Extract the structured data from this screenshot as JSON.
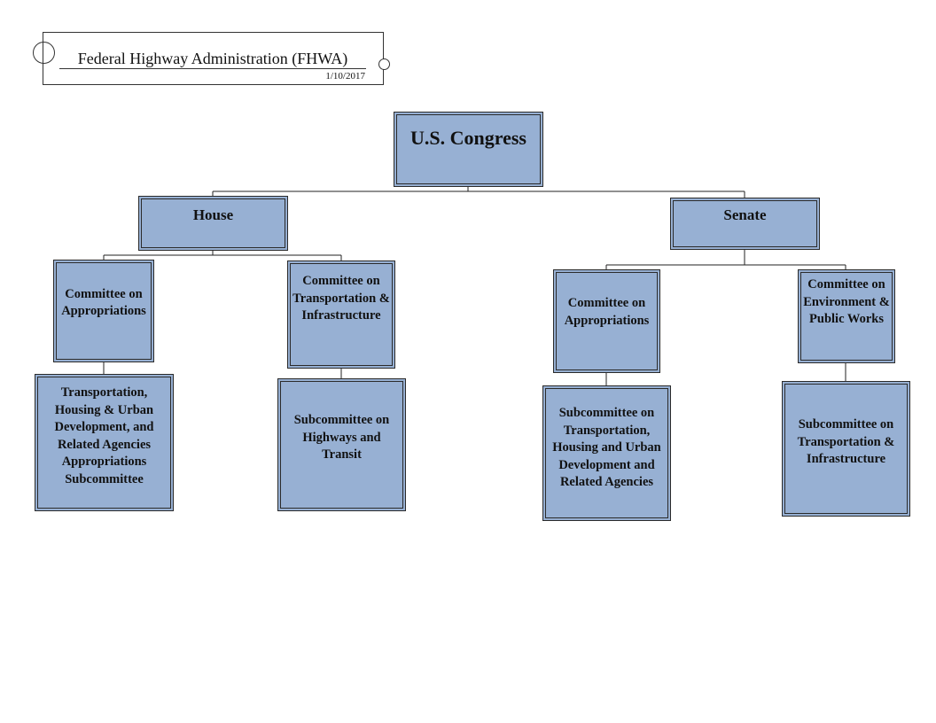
{
  "header": {
    "title": "Federal Highway Administration (FHWA)",
    "date": "1/10/2017"
  },
  "org": {
    "congress": "U.S. Congress",
    "house": {
      "label": "House",
      "appropriations": "Committee on Appropriations",
      "appropriations_sub": "Transportation, Housing & Urban Development, and Related Agencies Appropriations Subcommittee",
      "transportation": "Committee on Transportation & Infrastructure",
      "transportation_sub": "Subcommittee on Highways and Transit"
    },
    "senate": {
      "label": "Senate",
      "appropriations": "Committee on Appropriations",
      "appropriations_sub": "Subcommittee on Transportation, Housing and Urban Development and Related Agencies",
      "environment": "Committee on Environment & Public Works",
      "environment_sub": "Subcommittee on Transportation & Infrastructure"
    }
  },
  "colors": {
    "box_fill": "#97b0d3",
    "box_border": "#2b2b2b"
  }
}
